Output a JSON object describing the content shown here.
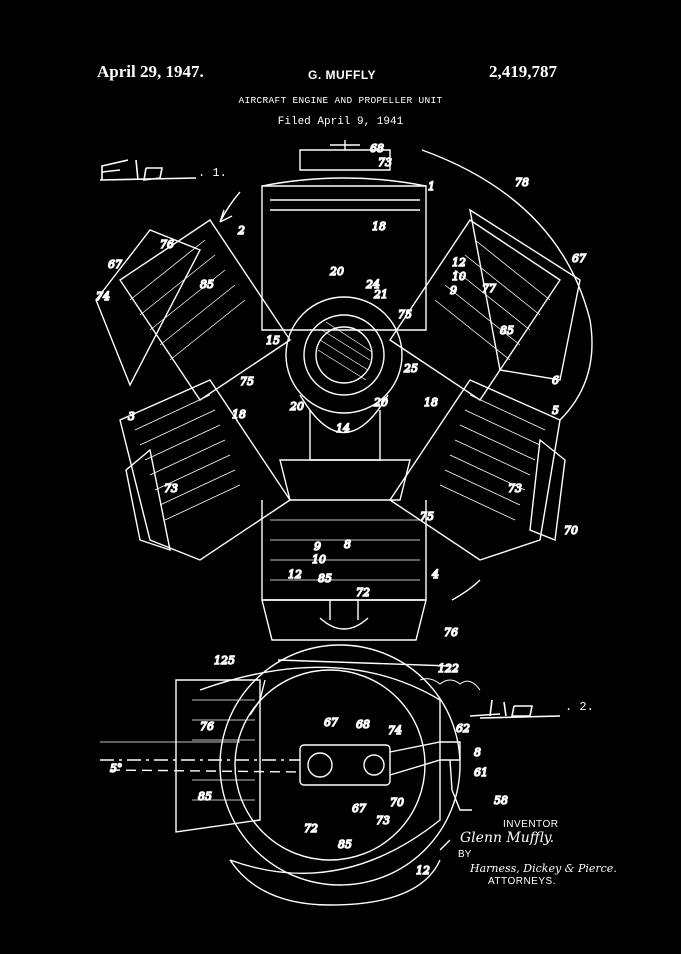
{
  "header": {
    "date": "April 29, 1947.",
    "inventor": "G. MUFFLY",
    "patent_number": "2,419,787",
    "title": "AIRCRAFT ENGINE AND PROPELLER UNIT",
    "filed": "Filed April 9, 1941"
  },
  "figures": {
    "fig1_suffix": ". 1.",
    "fig2_suffix": ". 2."
  },
  "signature_block": {
    "inventor_label": "INVENTOR",
    "inventor_signature": "Glenn Muffly.",
    "by_label": "BY",
    "attorney_signature": "Harness, Dickey & Pierce.",
    "attorneys_label": "ATTORNEYS."
  },
  "reference_numerals": {
    "n68": "68",
    "n73": "73",
    "n1": "1",
    "n78": "78",
    "n76": "76",
    "n2": "2",
    "n67": "67",
    "n85": "85",
    "n74": "74",
    "n18": "18",
    "n20": "20",
    "n24": "24",
    "n21": "21",
    "n25": "25",
    "n15": "15",
    "n12": "12",
    "n10": "10",
    "n9": "9",
    "n75": "75",
    "n77": "77",
    "n6": "6",
    "n5": "5",
    "n3": "3",
    "n14": "14",
    "n8": "8",
    "n70": "70",
    "n4": "4",
    "n72": "72",
    "n125": "125",
    "n122": "122",
    "n62": "62",
    "n61": "61",
    "n58": "58",
    "n5deg": "5°"
  }
}
